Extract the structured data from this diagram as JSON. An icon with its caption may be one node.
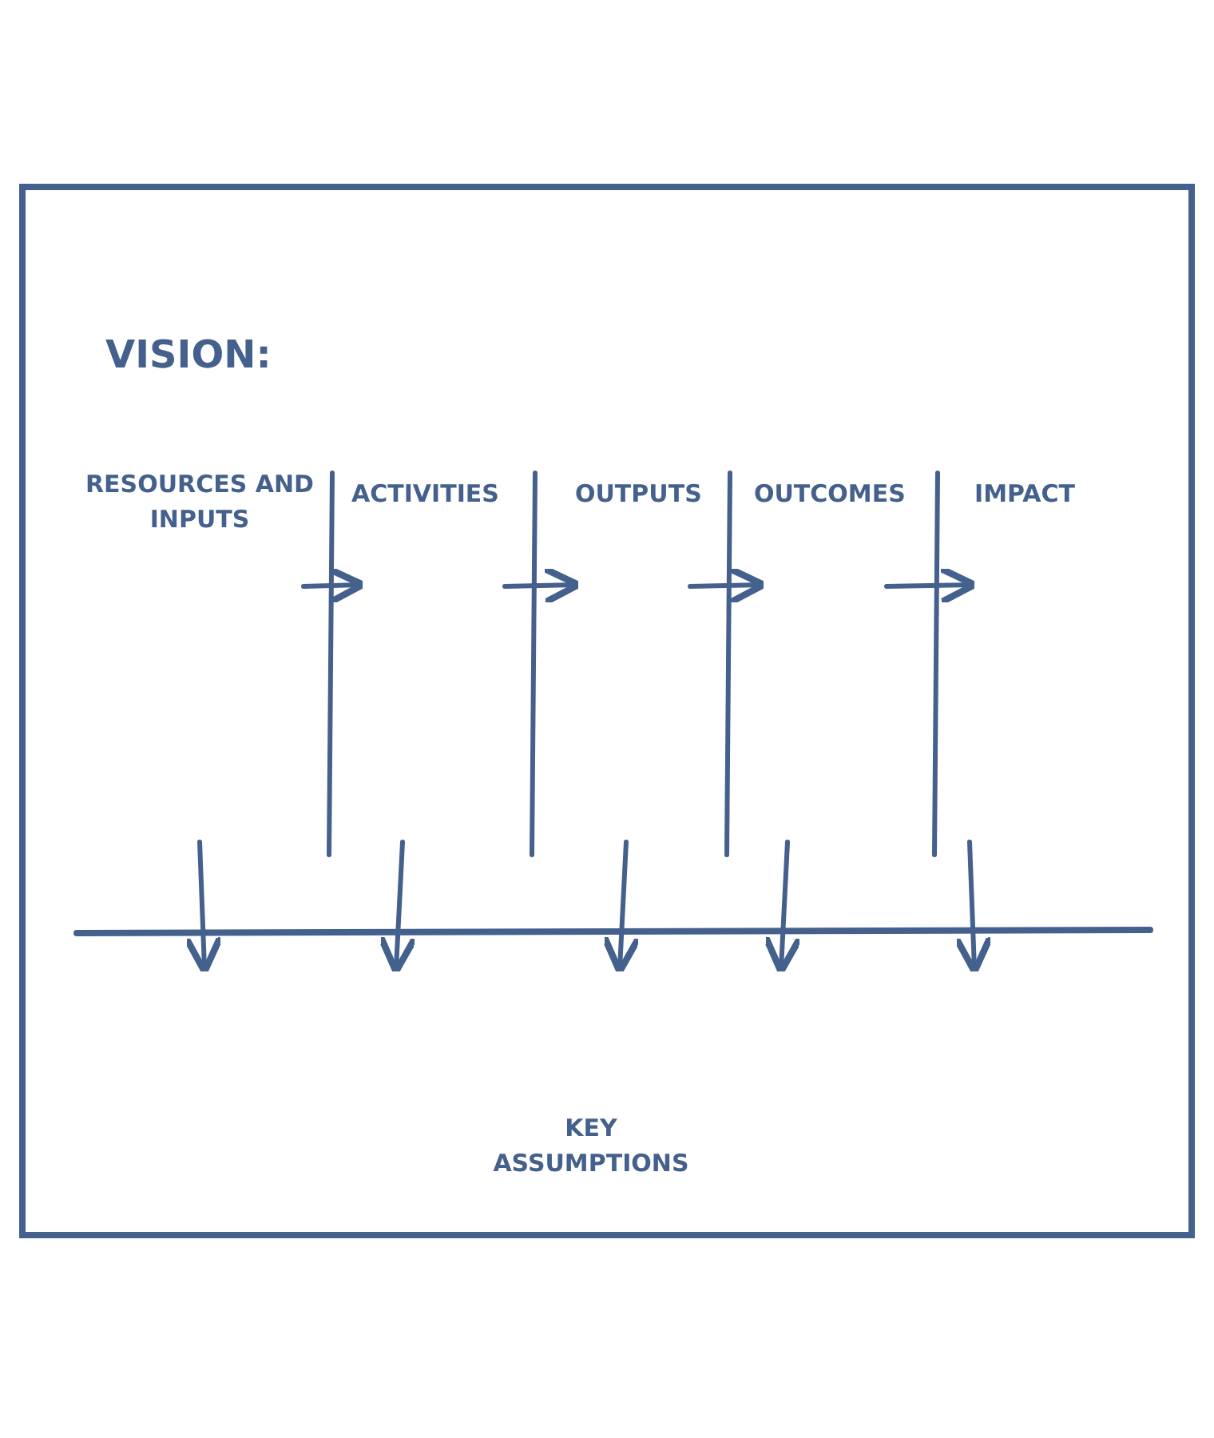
{
  "diagram": {
    "nodes": [
      {
        "text": [
          "VISION:"
        ]
      },
      {
        "text": [
          "RESOURCES AND INPUTS"
        ],
        "in": 0
      },
      {
        "text": [
          "ACTIVITIES"
        ],
        "in": 0
      },
      {
        "text": [
          "OUTPUTS"
        ],
        "in": 0
      },
      {
        "text": [
          "OUTCOMES"
        ],
        "in": 0
      },
      {
        "text": [
          "IMPACT"
        ],
        "in": 0
      },
      {
        "text": [
          "KEY ASSUMPTIONS"
        ],
        "in": 0
      }
    ]
  }
}
